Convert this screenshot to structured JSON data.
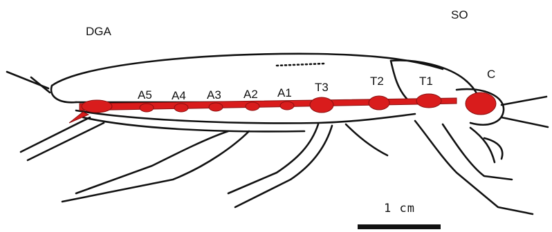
{
  "labels": {
    "dga": "DGA",
    "so": "SO",
    "c": "C",
    "t1": "T1",
    "t2": "T2",
    "t3": "T3",
    "a1": "A1",
    "a2": "A2",
    "a3": "A3",
    "a4": "A4",
    "a5": "A5"
  },
  "scale": {
    "text": "1 cm"
  },
  "colors": {
    "nerve_cord": "#d91c1c",
    "outline": "#111111",
    "background": "#ffffff"
  }
}
